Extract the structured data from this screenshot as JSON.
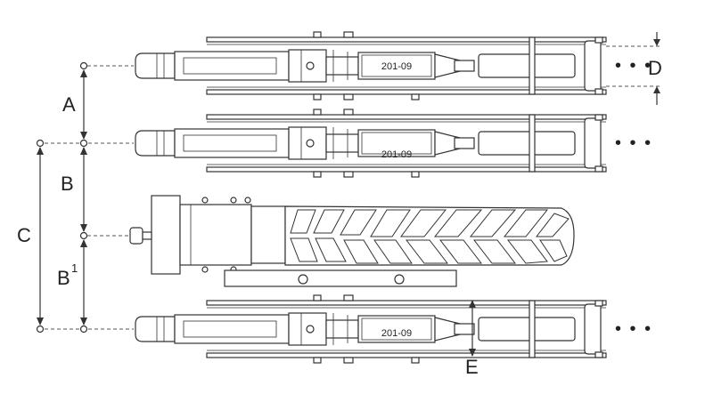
{
  "dimensions": {
    "A": "A",
    "B": "B",
    "B1_base": "B",
    "B1_sup": "1",
    "C": "C",
    "D": "D",
    "E": "E"
  },
  "units": [
    {
      "label": "201-09",
      "trail": "• • •"
    },
    {
      "label": "201-09",
      "trail": "• • •"
    },
    {
      "label": "201-09",
      "trail": "• • •"
    }
  ],
  "colors": {
    "line": "#333333",
    "background": "#ffffff"
  }
}
